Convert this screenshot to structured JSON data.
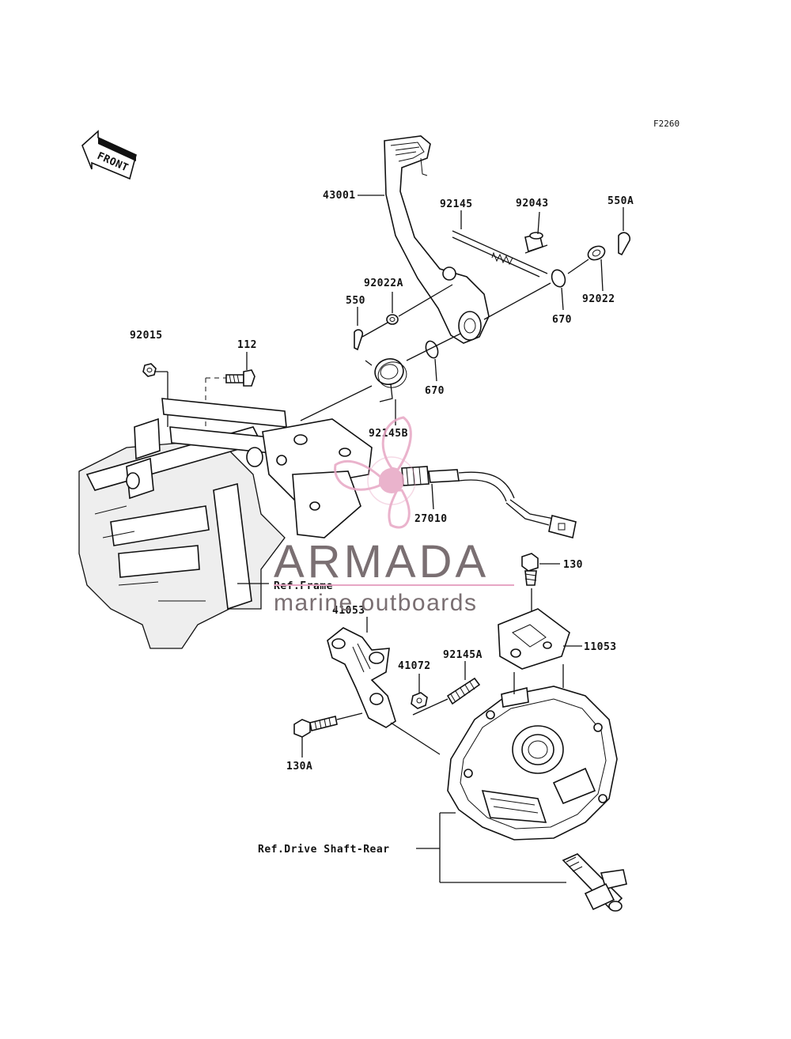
{
  "diagram": {
    "code": "F2260",
    "front_label": "FRONT",
    "parts": [
      {
        "id": "p43001",
        "label": "43001"
      },
      {
        "id": "p92145",
        "label": "92145"
      },
      {
        "id": "p92043",
        "label": "92043"
      },
      {
        "id": "p550A",
        "label": "550A"
      },
      {
        "id": "p92022A",
        "label": "92022A"
      },
      {
        "id": "p550",
        "label": "550"
      },
      {
        "id": "p670a",
        "label": "670"
      },
      {
        "id": "p92022",
        "label": "92022"
      },
      {
        "id": "p92015",
        "label": "92015"
      },
      {
        "id": "p112",
        "label": "112"
      },
      {
        "id": "p670b",
        "label": "670"
      },
      {
        "id": "p92145B",
        "label": "92145B"
      },
      {
        "id": "p27010",
        "label": "27010"
      },
      {
        "id": "p130",
        "label": "130"
      },
      {
        "id": "p41053",
        "label": "41053"
      },
      {
        "id": "p11053",
        "label": "11053"
      },
      {
        "id": "p41072",
        "label": "41072"
      },
      {
        "id": "p92145A",
        "label": "92145A"
      },
      {
        "id": "p130A",
        "label": "130A"
      }
    ],
    "refs": {
      "frame": "Ref.Frame",
      "drive_shaft": "Ref.Drive Shaft-Rear"
    }
  },
  "watermark": {
    "brand": "ARMADA",
    "tagline": "marine outboards",
    "logo_color": "#e7a6c4",
    "text_color": "#7a6f72"
  }
}
